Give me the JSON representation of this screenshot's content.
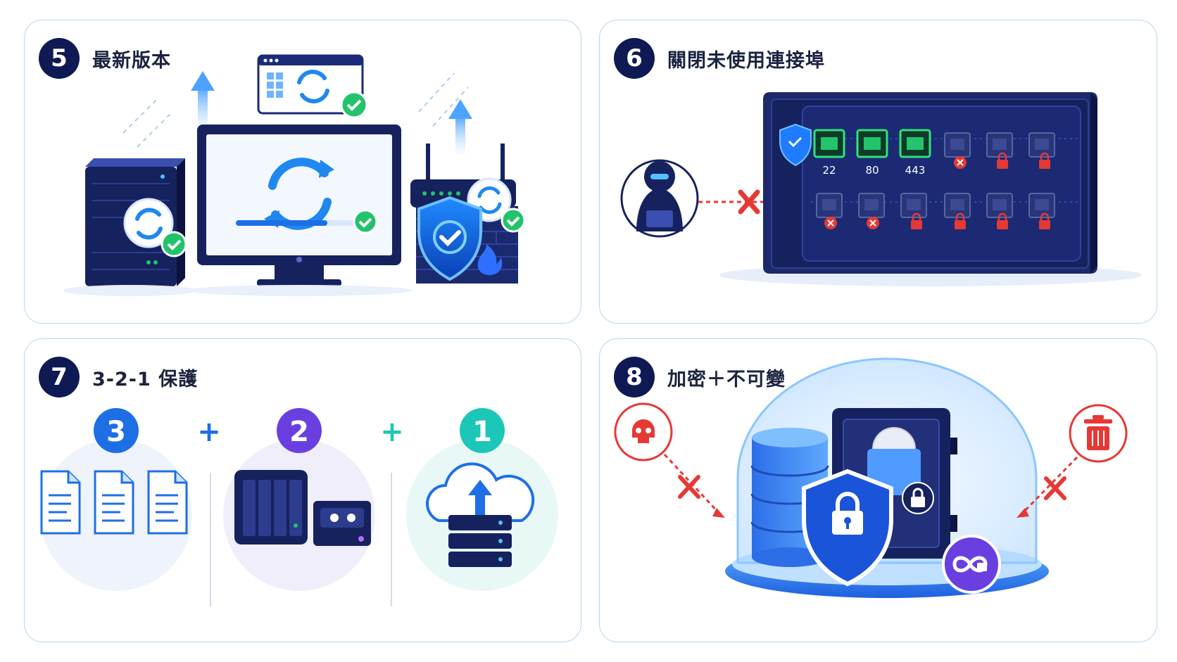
{
  "panels": [
    {
      "number": "5",
      "title": "最新版本"
    },
    {
      "number": "6",
      "title": "關閉未使用連接埠"
    },
    {
      "number": "7",
      "title": "3-2-1 保護"
    },
    {
      "number": "8",
      "title": "加密＋不可變"
    }
  ],
  "ports": {
    "open": [
      "22",
      "80",
      "443"
    ]
  },
  "rule321": {
    "badges": [
      "3",
      "2",
      "1"
    ],
    "plus": "+"
  },
  "colors": {
    "navy": "#0f1a55",
    "accent_blue": "#1e88f0",
    "success_green": "#22c36b",
    "danger_red": "#e53935",
    "purple": "#6a3fe0",
    "teal": "#1cc7b8"
  },
  "icons": [
    "sync-icon",
    "check-icon",
    "shield-check-icon",
    "firewall-icon",
    "hacker-icon",
    "lock-icon",
    "document-icon",
    "nas-icon",
    "cloud-upload-icon",
    "skull-icon",
    "trash-icon",
    "immutable-icon",
    "database-icon",
    "safe-icon"
  ]
}
